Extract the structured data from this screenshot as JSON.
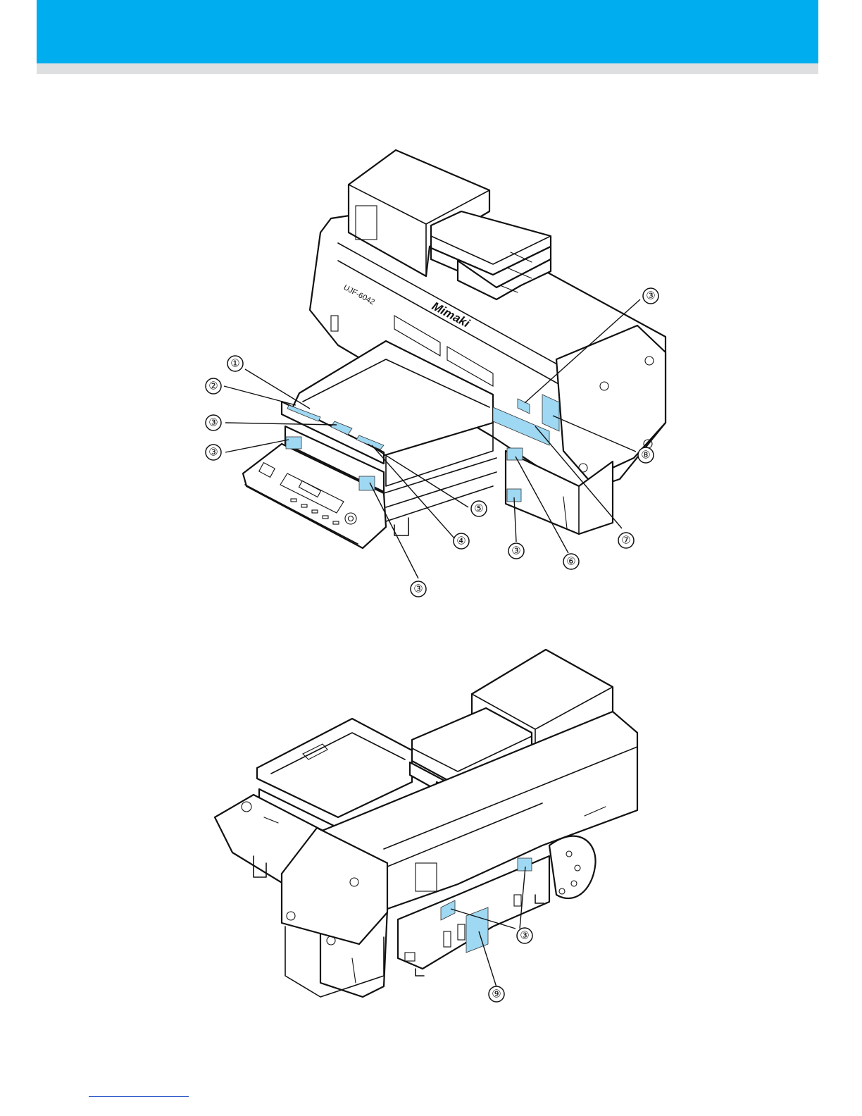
{
  "colors": {
    "header": "#00aeef",
    "header_rule": "#dedfe0",
    "warning_label": "#9fd8f2",
    "footer_link": "#2050c8"
  },
  "printer": {
    "brand": "Mimaki",
    "model": "UJF-6042"
  },
  "front_view": {
    "callouts": [
      "①",
      "②",
      "③",
      "③",
      "③",
      "③",
      "④",
      "⑤",
      "③",
      "⑥",
      "⑦",
      "⑧"
    ]
  },
  "rear_view": {
    "callouts": [
      "③",
      "⑨"
    ]
  }
}
